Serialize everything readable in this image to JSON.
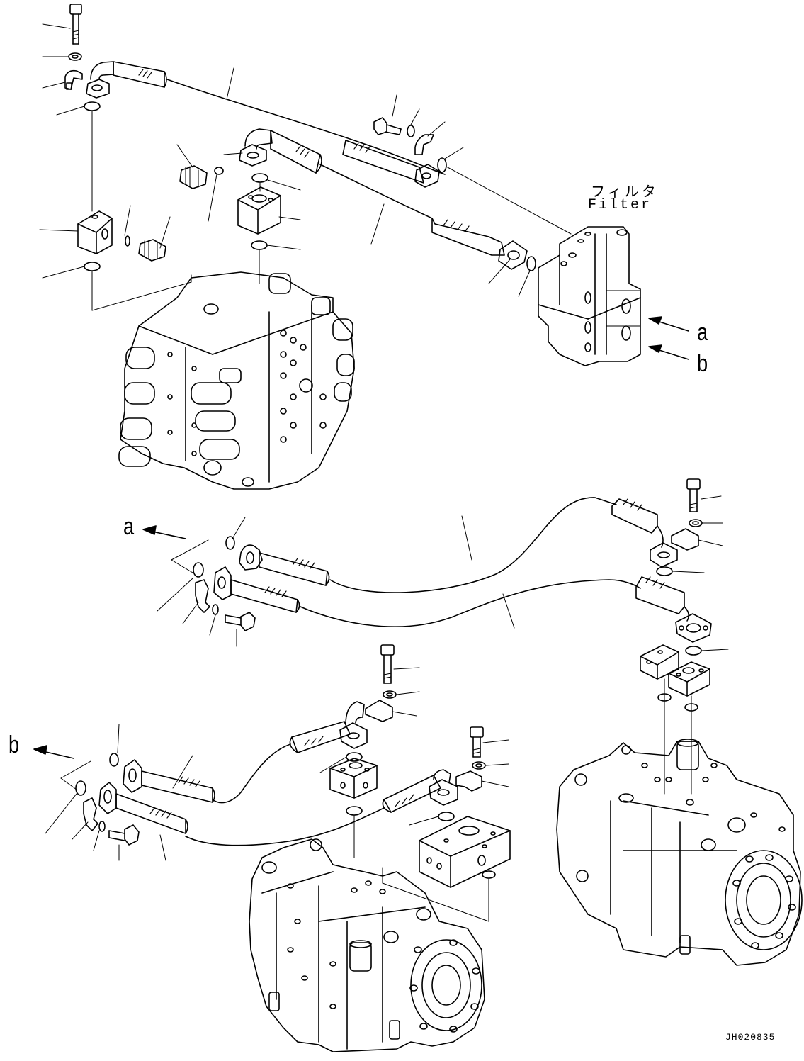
{
  "labels": {
    "filter_jp": "フィルタ",
    "filter_en": "Filter",
    "ref_a_right": "a",
    "ref_b_right": "b",
    "ref_a_left": "a",
    "ref_b_left": "b",
    "drawing_code": "JH020835"
  },
  "icons": {
    "arrow": "arrow-icon"
  }
}
